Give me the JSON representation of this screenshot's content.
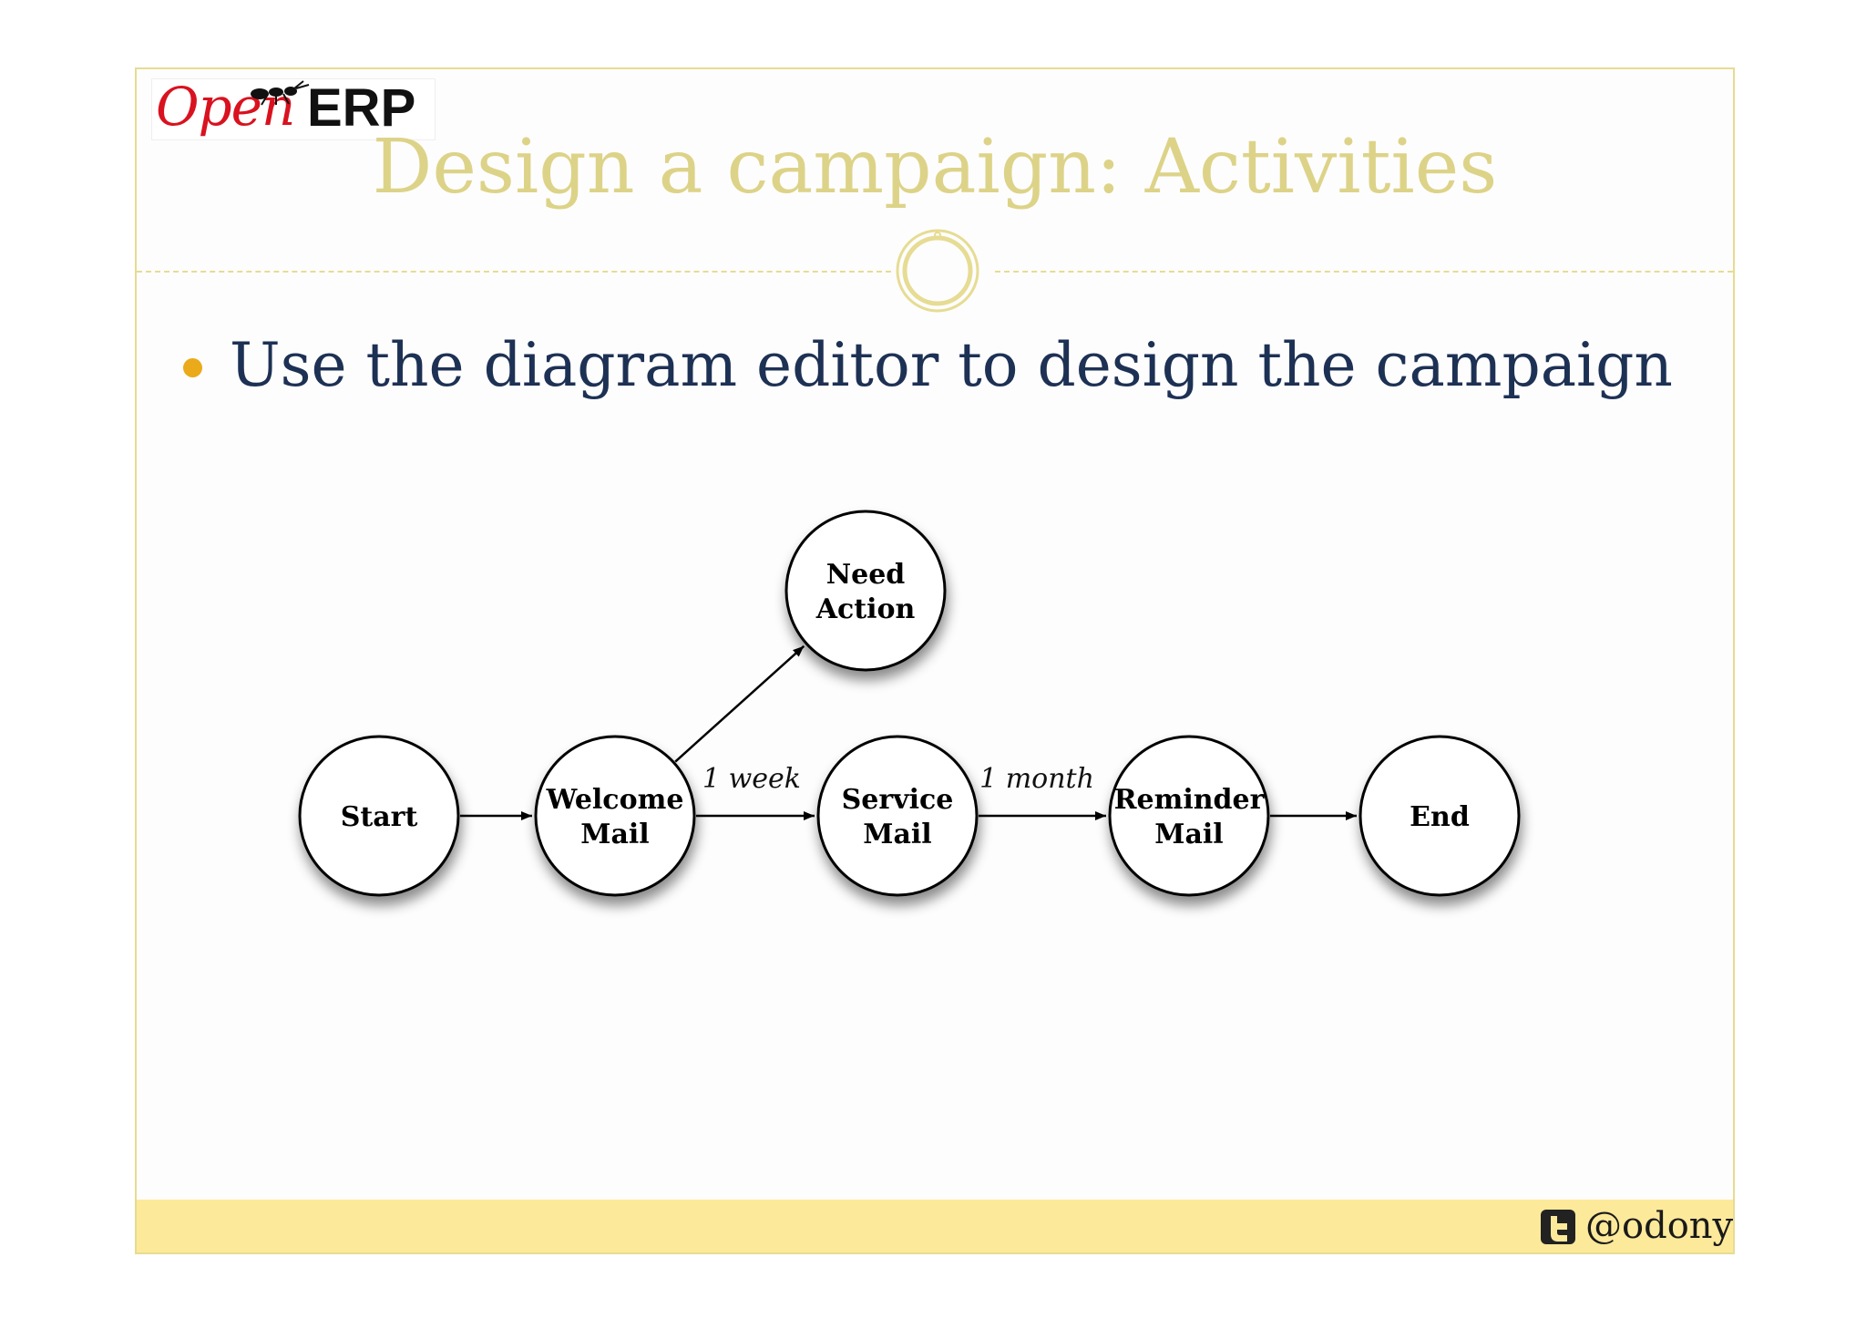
{
  "logo": {
    "open_text": "Open",
    "erp_text": "ERP",
    "icon": "ant-icon"
  },
  "slide": {
    "title": "Design a campaign: Activities",
    "bullet": "Use the diagram editor to design the campaign",
    "ornament_icon": "ring-ornament-icon"
  },
  "diagram": {
    "nodes": [
      {
        "id": "start",
        "lines": [
          "Start"
        ]
      },
      {
        "id": "welcome",
        "lines": [
          "Welcome",
          "Mail"
        ]
      },
      {
        "id": "need",
        "lines": [
          "Need",
          "Action"
        ]
      },
      {
        "id": "service",
        "lines": [
          "Service",
          "Mail"
        ]
      },
      {
        "id": "reminder",
        "lines": [
          "Reminder",
          "Mail"
        ]
      },
      {
        "id": "end",
        "lines": [
          "End"
        ]
      }
    ],
    "edges": [
      {
        "from": "start",
        "to": "welcome",
        "label": ""
      },
      {
        "from": "welcome",
        "to": "need",
        "label": ""
      },
      {
        "from": "welcome",
        "to": "service",
        "label": "1 week"
      },
      {
        "from": "service",
        "to": "reminder",
        "label": "1 month"
      },
      {
        "from": "reminder",
        "to": "end",
        "label": ""
      }
    ]
  },
  "footer": {
    "handle": "@odony",
    "icon": "twitter-icon"
  },
  "colors": {
    "title": "#ddd388",
    "bullet_text": "#1d3154",
    "bullet_dot": "#eaaa1a",
    "frame": "#e6dc93",
    "footer_band": "#fde99a",
    "logo_open": "#d9121f"
  }
}
